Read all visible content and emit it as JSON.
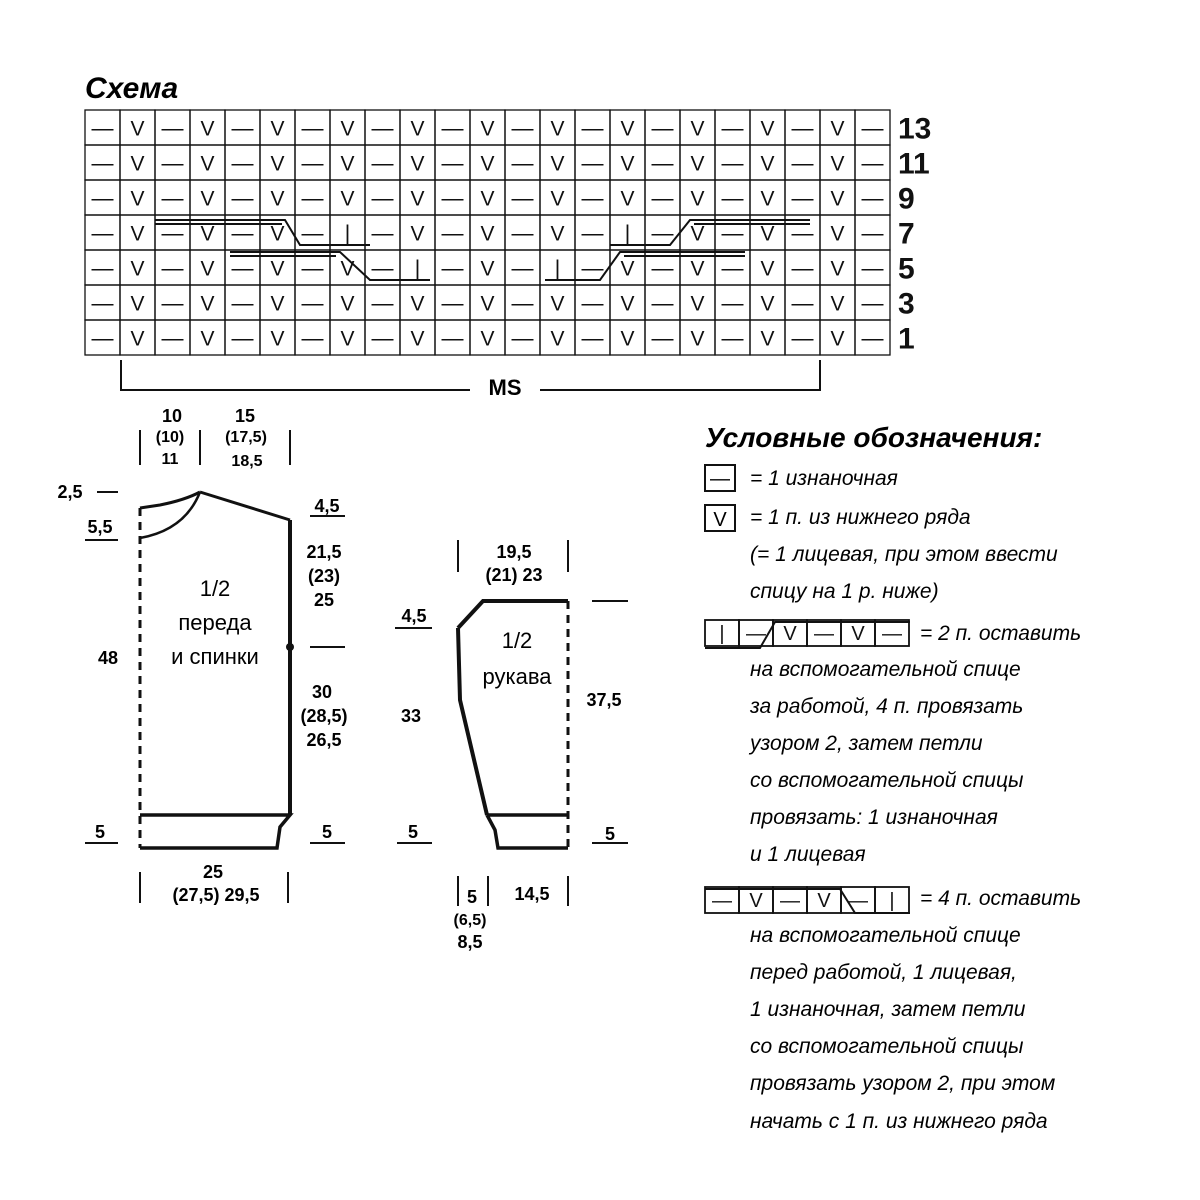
{
  "chart": {
    "title": "Схема",
    "row_numbers": [
      "13",
      "11",
      "9",
      "7",
      "5",
      "3",
      "1"
    ],
    "repeat_label": "MS",
    "symbols": {
      "purl": "—",
      "slip": "V",
      "cable_knit": "|"
    },
    "cable_groups": [
      {
        "row": "7",
        "cells": [
          "V",
          "—",
          "|"
        ]
      },
      {
        "row": "5",
        "cells": [
          "V",
          "—",
          "|"
        ]
      },
      {
        "row": "5",
        "cells": [
          "|",
          "—",
          "V"
        ]
      },
      {
        "row": "7",
        "cells": [
          "|",
          "—",
          "V"
        ]
      }
    ]
  },
  "body_piece": {
    "label_line1": "1/2",
    "label_line2": "переда",
    "label_line3": "и спинки",
    "neck_width": [
      "10",
      "(10)",
      "11"
    ],
    "shoulder_width": [
      "15",
      "(17,5)",
      "18,5"
    ],
    "left_top_small": "2,5",
    "left_neck_depth": "5,5",
    "left_total_height": "48",
    "left_rib": "5",
    "right_shoulder_slope": "4,5",
    "right_armhole": [
      "21,5",
      "(23)",
      "25"
    ],
    "right_body": [
      "30",
      "(28,5)",
      "26,5"
    ],
    "right_rib": "5",
    "bottom_width": [
      "25",
      "(27,5) 29,5"
    ]
  },
  "sleeve_piece": {
    "label_line1": "1/2",
    "label_line2": "рукава",
    "top_width": [
      "19,5",
      "(21) 23"
    ],
    "left_cap": "4,5",
    "left_height": "33",
    "left_rib": "5",
    "right_height": "37,5",
    "right_rib": "5",
    "bottom_left": [
      "5",
      "(6,5)",
      "8,5"
    ],
    "bottom_right": "14,5"
  },
  "legend": {
    "title": "Условные обозначения:",
    "item1": {
      "symbol": "—",
      "text": "= 1 изнаночная"
    },
    "item2": {
      "symbol": "V",
      "lines": [
        "= 1 п. из нижнего ряда",
        "(= 1 лицевая, при этом ввести",
        "спицу на 1 р. ниже)"
      ]
    },
    "item3": {
      "symbols": [
        "|",
        "—",
        "V",
        "—",
        "V",
        "—"
      ],
      "lines": [
        "= 2 п. оставить",
        "на вспомогательной спице",
        "за работой, 4 п. провязать",
        "узором 2, затем петли",
        "со вспомогательной спицы",
        "провязать: 1 изнаночная",
        "и 1 лицевая"
      ]
    },
    "item4": {
      "symbols": [
        "—",
        "V",
        "—",
        "V",
        "—",
        "|"
      ],
      "lines": [
        "= 4 п. оставить",
        "на вспомогательной спице",
        "перед работой, 1 лицевая,",
        "1 изнаночная, затем петли",
        "со вспомогательной спицы",
        "провязать узором 2, при этом",
        "начать с 1 п. из нижнего ряда"
      ]
    }
  }
}
